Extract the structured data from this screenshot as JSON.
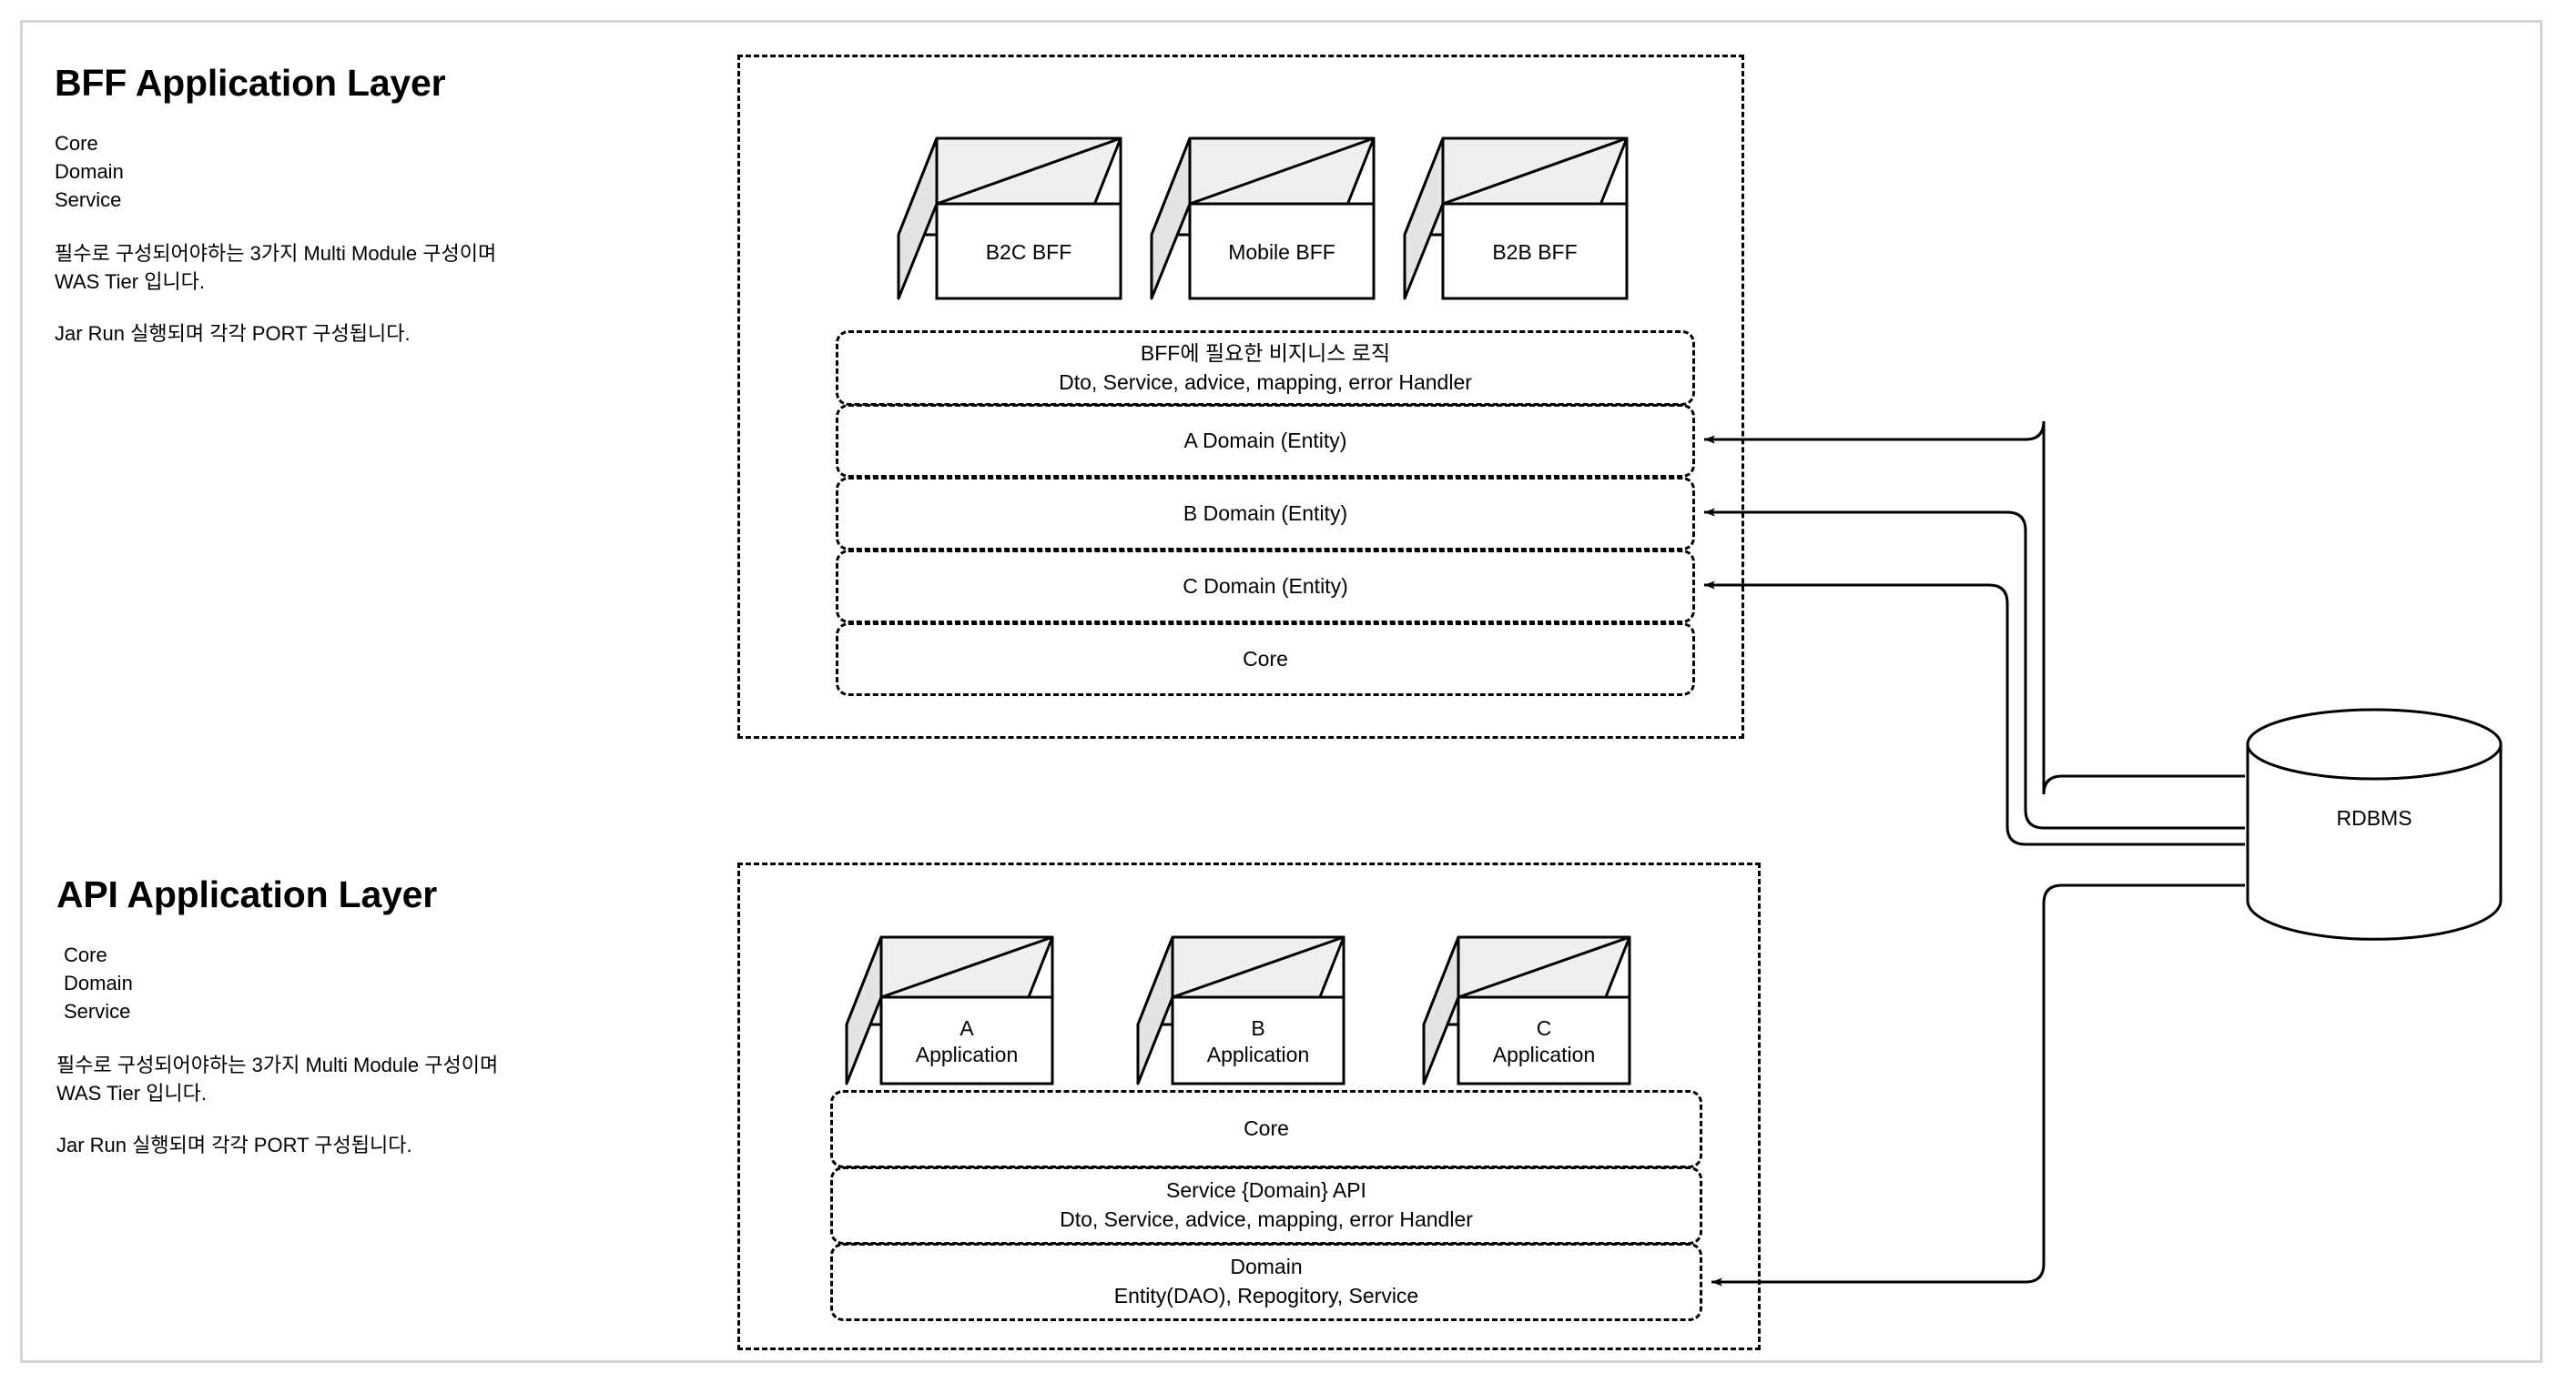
{
  "layers": [
    {
      "id": "bff",
      "title": "BFF Application Layer",
      "modules": "Core\nDomain\nService",
      "note_1": "필수로 구성되어야하는 3가지 Multi Module 구성이며\nWAS Tier 입니다.",
      "note_2": "Jar Run 실행되며 각각 PORT 구성됩니다.",
      "nodes": [
        {
          "line1": "B2C BFF",
          "line2": ""
        },
        {
          "line1": "Mobile BFF",
          "line2": ""
        },
        {
          "line1": "B2B BFF",
          "line2": ""
        }
      ],
      "stack": [
        {
          "line1": "BFF에 필요한 비지니스 로직",
          "line2": "Dto, Service, advice, mapping, error Handler"
        },
        {
          "line1": "A Domain (Entity)",
          "line2": ""
        },
        {
          "line1": "B Domain (Entity)",
          "line2": ""
        },
        {
          "line1": "C Domain (Entity)",
          "line2": ""
        },
        {
          "line1": "Core",
          "line2": ""
        }
      ]
    },
    {
      "id": "api",
      "title": "API Application Layer",
      "modules": "Core\nDomain\nService",
      "note_1": "필수로 구성되어야하는 3가지 Multi Module 구성이며\nWAS Tier 입니다.",
      "note_2": "Jar Run 실행되며 각각 PORT 구성됩니다.",
      "nodes": [
        {
          "line1": "A",
          "line2": "Application"
        },
        {
          "line1": "B",
          "line2": "Application"
        },
        {
          "line1": "C",
          "line2": "Application"
        }
      ],
      "stack": [
        {
          "line1": "Core",
          "line2": ""
        },
        {
          "line1": "Service {Domain} API",
          "line2": "Dto, Service, advice, mapping, error Handler"
        },
        {
          "line1": "Domain",
          "line2": "Entity(DAO), Repogitory, Service"
        }
      ]
    }
  ],
  "database": {
    "label": "RDBMS"
  },
  "connections": [
    {
      "from": "RDBMS",
      "to": "A Domain (Entity)"
    },
    {
      "from": "RDBMS",
      "to": "B Domain (Entity)"
    },
    {
      "from": "RDBMS",
      "to": "C Domain (Entity)"
    },
    {
      "from": "RDBMS",
      "to": "Domain"
    }
  ],
  "colors": {
    "stroke": "#000000",
    "cube_top": "#efefef",
    "cube_side": "#e4e4e4",
    "cube_front": "#ffffff",
    "page_border": "#d4d4d4",
    "background": "#ffffff"
  }
}
